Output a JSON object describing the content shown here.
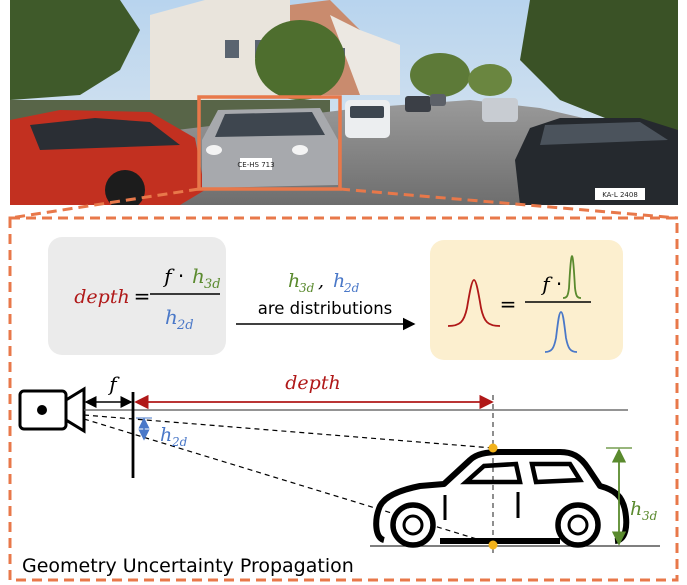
{
  "colors": {
    "highlight_orange": "#e8784a",
    "depth_red": "#b01818",
    "h3d_green": "#5a8a2e",
    "h2d_blue": "#4a78c8",
    "formula_box_gray": "#ebebeb",
    "distribution_box_yellow": "#fcefcf",
    "focal_point_yellow": "#f2b21b"
  },
  "photo": {
    "scene": "street-with-parked-cars",
    "plate_left": "CE-HS 713",
    "plate_right": "KA-L 2408"
  },
  "formula_box": {
    "lhs": "depth",
    "equals": "=",
    "numerator_f": "f",
    "dot": "·",
    "numerator_h": "h",
    "numerator_h_sub": "3d",
    "denominator_h": "h",
    "denominator_h_sub": "2d"
  },
  "middle_note": {
    "h3d": "h",
    "h3d_sub": "3d",
    "comma": ",",
    "h2d": "h",
    "h2d_sub": "2d",
    "text": "are distributions"
  },
  "distribution_box": {
    "equals": "=",
    "numerator_f": "f",
    "dot": "·"
  },
  "geometry": {
    "f_label": "f",
    "depth_label": "depth",
    "h2d": "h",
    "h2d_sub": "2d",
    "h3d": "h",
    "h3d_sub": "3d"
  },
  "caption": "Geometry Uncertainty Propagation"
}
